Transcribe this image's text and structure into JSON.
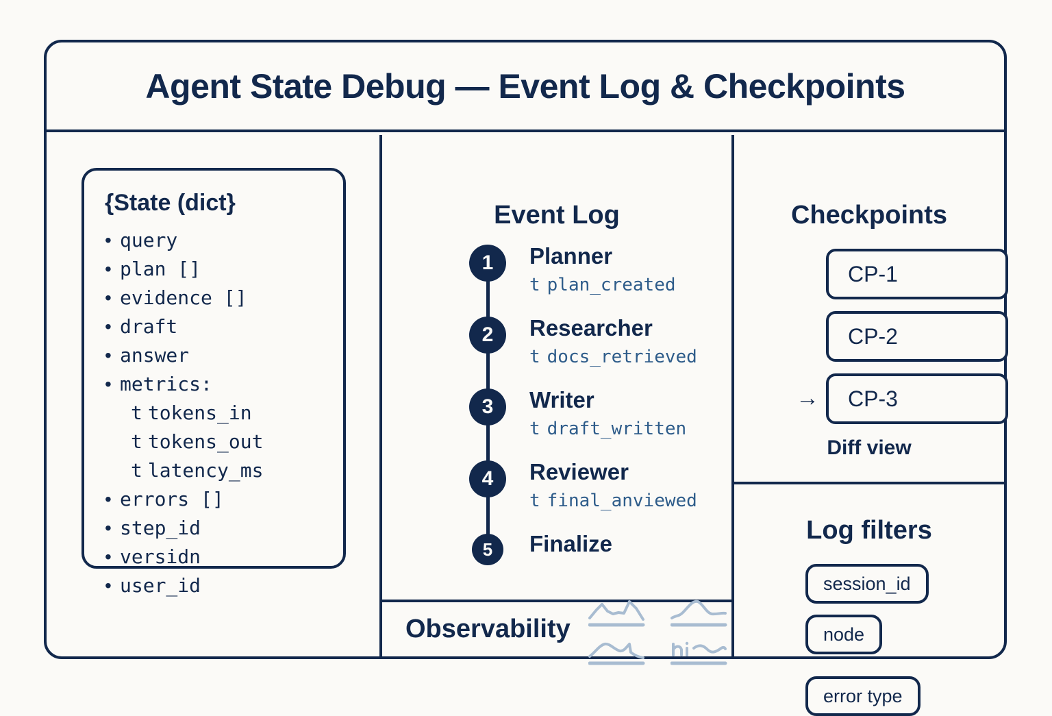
{
  "header": {
    "title": "Agent State Debug — Event Log & Checkpoints"
  },
  "state_panel": {
    "title": "{State (dict}",
    "items": [
      {
        "label": "query",
        "kind": "bullet"
      },
      {
        "label": "plan []",
        "kind": "bullet"
      },
      {
        "label": "evidence []",
        "kind": "bullet"
      },
      {
        "label": "draft",
        "kind": "bullet"
      },
      {
        "label": "answer",
        "kind": "bullet"
      },
      {
        "label": "metrics:",
        "kind": "bullet"
      },
      {
        "label": "tokens_in",
        "kind": "sub",
        "prefix": "t"
      },
      {
        "label": "tokens_out",
        "kind": "sub",
        "prefix": "t"
      },
      {
        "label": "latency_ms",
        "kind": "sub",
        "prefix": "t"
      },
      {
        "label": "errors []",
        "kind": "bullet"
      },
      {
        "label": "step_id",
        "kind": "bullet"
      },
      {
        "label": "versi​dn",
        "kind": "bullet"
      },
      {
        "label": "user_id",
        "kind": "bullet"
      }
    ]
  },
  "event_log": {
    "title": "Event Log",
    "steps": [
      {
        "number": "1",
        "name": "Planner",
        "event": "plan_created",
        "prefix": "t"
      },
      {
        "number": "2",
        "name": "Researcher",
        "event": "docs_retrieved",
        "prefix": "t"
      },
      {
        "number": "3",
        "name": "Writer",
        "event": "draft_written",
        "prefix": "t"
      },
      {
        "number": "4",
        "name": "Reviewer",
        "event": "final_anviewed",
        "prefix": "t"
      },
      {
        "number": "5",
        "name": "Finalize",
        "event": "",
        "prefix": ""
      }
    ]
  },
  "observability": {
    "title": "Observability",
    "sparklines": [
      {
        "name": "sparkline-top-left"
      },
      {
        "name": "sparkline-top-right"
      },
      {
        "name": "sparkline-bottom-left"
      },
      {
        "name": "sparkline-bottom-right"
      }
    ]
  },
  "checkpoints": {
    "title": "Checkpoints",
    "items": [
      {
        "label": "CP-1",
        "selected": false
      },
      {
        "label": "CP-2",
        "selected": false
      },
      {
        "label": "CP-3",
        "selected": true
      }
    ],
    "selected_marker": "→",
    "diff_view_label": "Diff view"
  },
  "log_filters": {
    "title": "Log filters",
    "chips": [
      "session_id",
      "node",
      "error type"
    ]
  },
  "colors": {
    "ink": "#12284C",
    "paper": "#FBFAF7",
    "accent_blue": "#2E5C8A",
    "sparkline": "#A8BCD1"
  }
}
